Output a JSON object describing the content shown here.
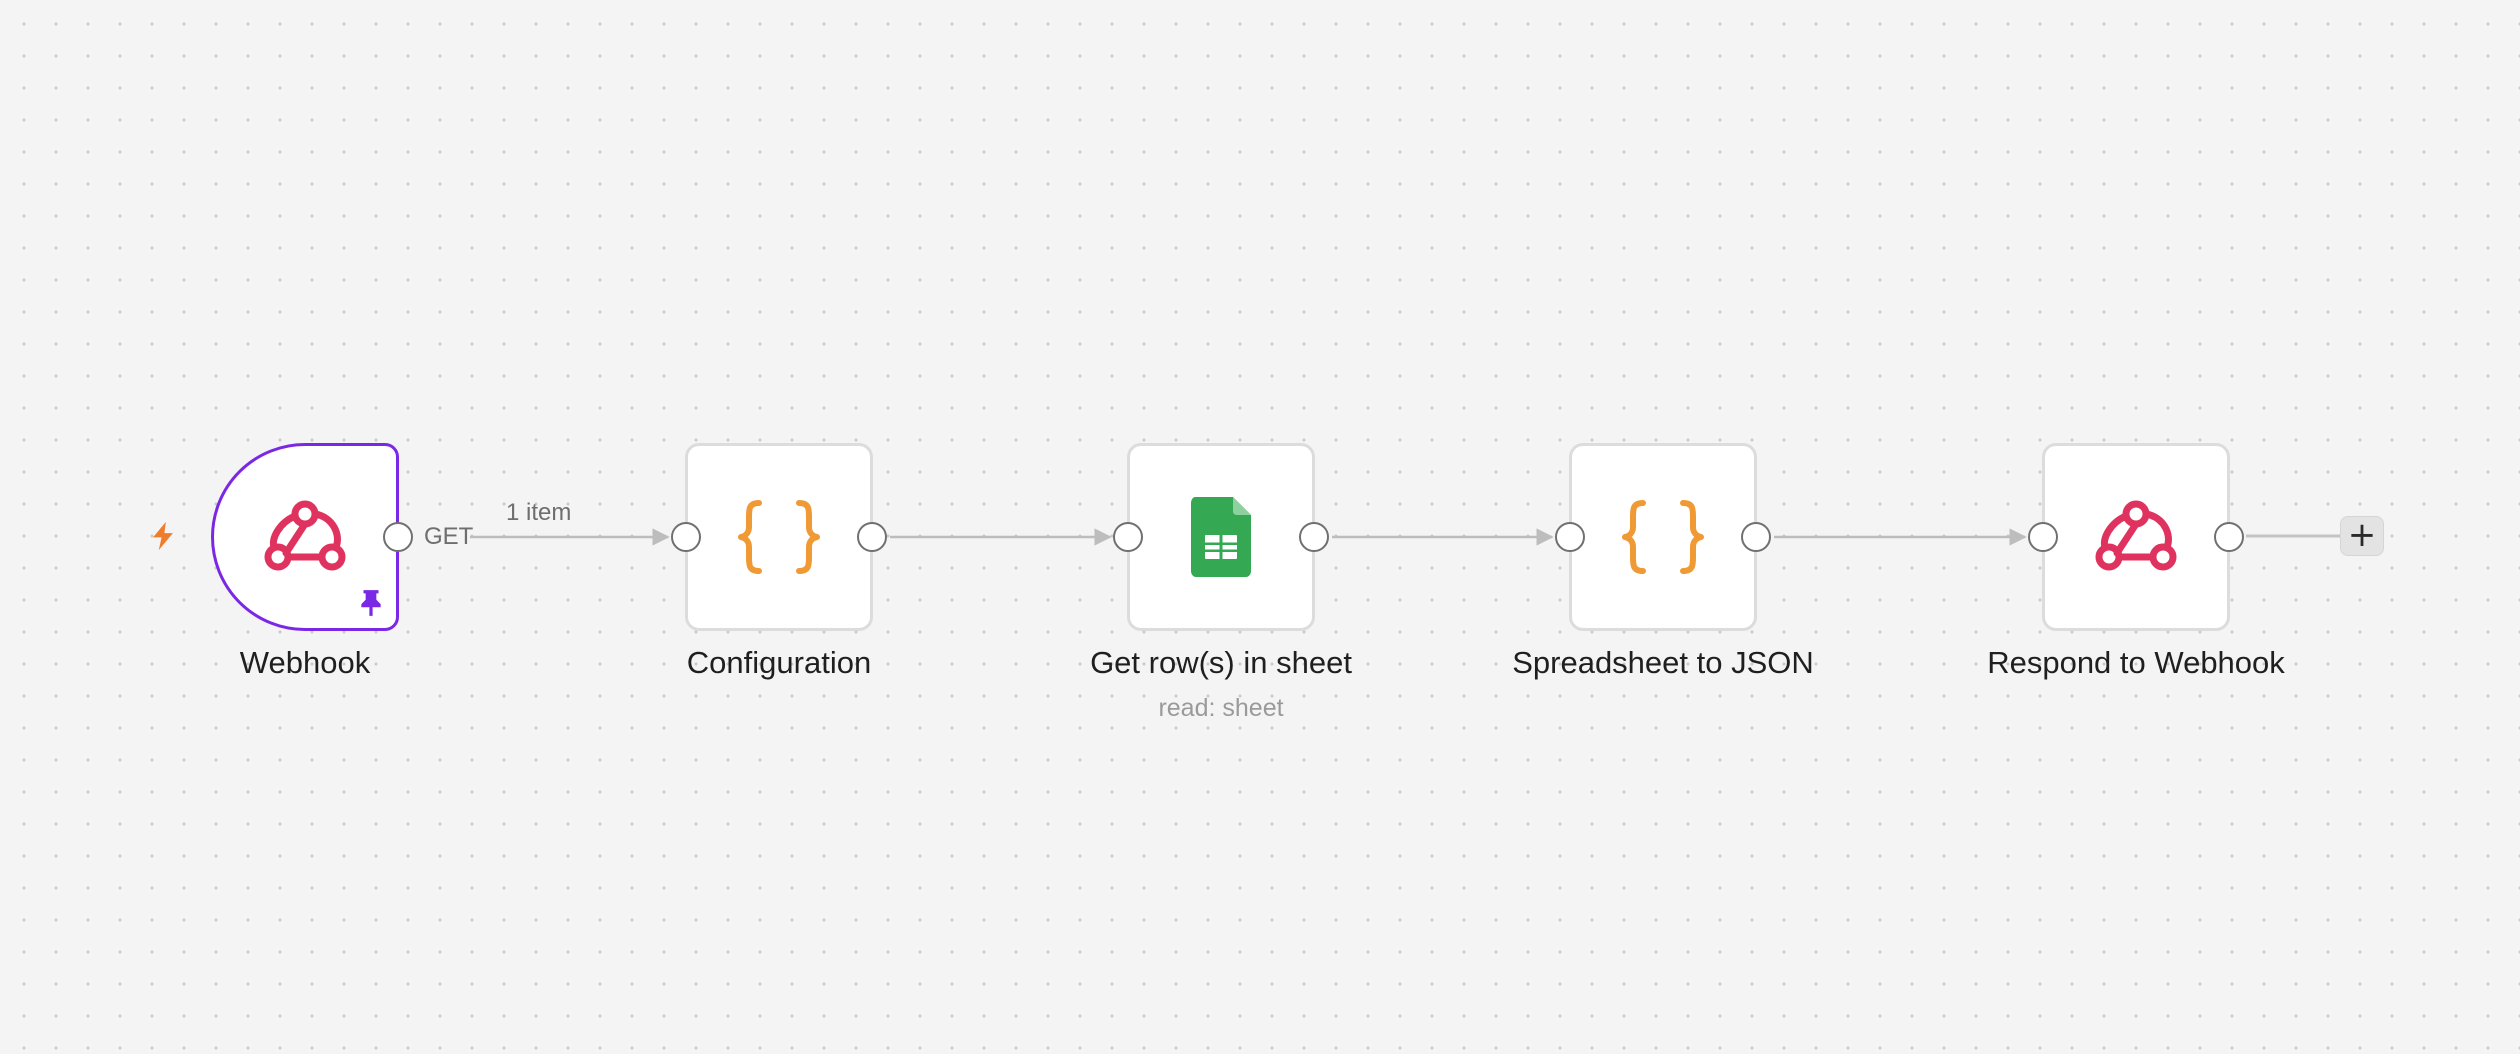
{
  "canvas": {
    "trigger_icon": "lightning-bolt-icon",
    "add_icon": "plus-icon",
    "add_label": "+"
  },
  "colors": {
    "selected_border": "#7b28e6",
    "webhook_icon": "#e0325f",
    "code_icon": "#f09a36",
    "sheets_icon": "#34a853",
    "trigger_bolt": "#ef7d2a",
    "edge": "#bdbdbd"
  },
  "nodes": [
    {
      "label": "Webhook",
      "icon": "webhook-icon",
      "badge": "pin-icon"
    },
    {
      "label": "Configuration",
      "icon": "curly-braces-icon"
    },
    {
      "label": "Get row(s) in sheet",
      "subtitle": "read: sheet",
      "icon": "google-sheets-icon"
    },
    {
      "label": "Spreadsheet to JSON",
      "icon": "curly-braces-icon"
    },
    {
      "label": "Respond to Webhook",
      "icon": "webhook-icon"
    }
  ],
  "edges": [
    {
      "method": "GET",
      "item_count": "1 item"
    }
  ]
}
